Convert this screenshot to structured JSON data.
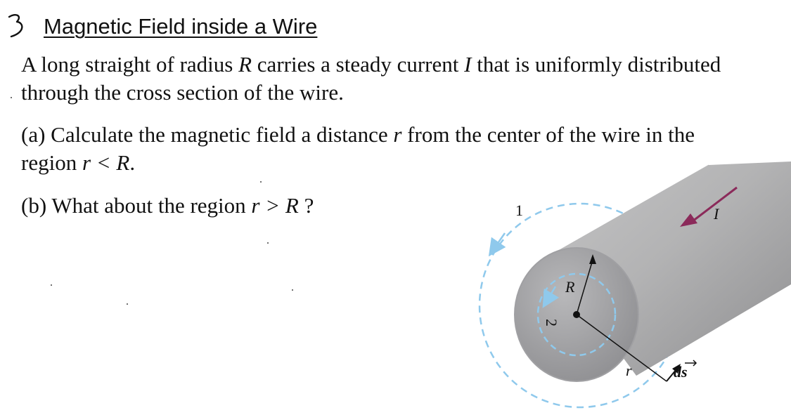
{
  "problem": {
    "number": "3",
    "title": "Magnetic Field inside a Wire",
    "intro": {
      "l1_a": "A long straight of radius ",
      "l1_R": "R",
      "l1_b": " carries a steady current ",
      "l1_I": "I",
      "l1_c": " that is uniformly distributed",
      "l2": "through the cross section of the wire."
    },
    "part_a": {
      "l1_a": "(a) Calculate the magnetic field a distance ",
      "l1_r": "r",
      "l1_b": " from the center of the wire in the",
      "l2_a": "region ",
      "l2_cond": "r < R",
      "l2_b": "."
    },
    "part_b": {
      "text": "(b) What about the region ",
      "cond": "r > R",
      "end": " ?"
    }
  },
  "figure": {
    "label_current": "I",
    "label_radius": "R",
    "label_r": "r",
    "label_ds": "ds",
    "label_loop1": "1",
    "label_loop2": "2",
    "colors": {
      "wire_body": "#a9a9aa",
      "wire_face": "#999a9c",
      "loop_dash": "#8fc9ec",
      "current_arrow": "#8b2a5a"
    }
  }
}
